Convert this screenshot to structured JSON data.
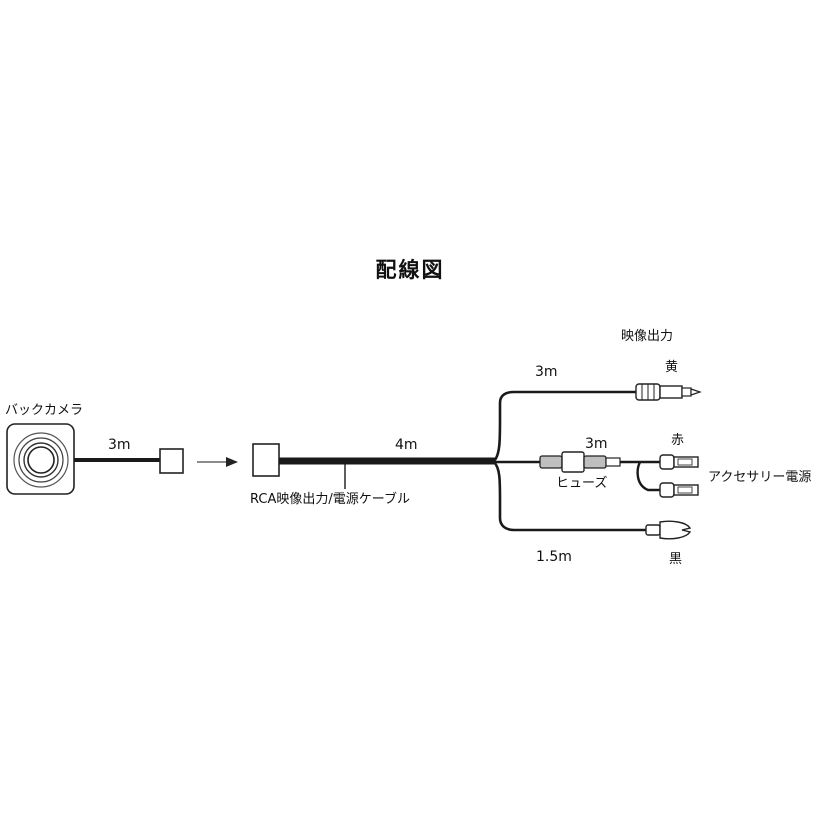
{
  "title": "配線図",
  "camera": {
    "label": "バックカメラ",
    "cable_length": "3m"
  },
  "main_cable": {
    "length": "4m",
    "label": "RCA映像出力/電源ケーブル"
  },
  "video_branch": {
    "length": "3m",
    "label": "映像出力",
    "wire_color": "黄"
  },
  "power_branch": {
    "length": "3m",
    "fuse_label": "ヒューズ",
    "wire_color": "赤",
    "label": "アクセサリー電源"
  },
  "ground_branch": {
    "length": "1.5m",
    "wire_color": "黒"
  },
  "colors": {
    "wire": "#1a1a1a",
    "background": "#ffffff",
    "fuse": "#bfbfbf"
  }
}
